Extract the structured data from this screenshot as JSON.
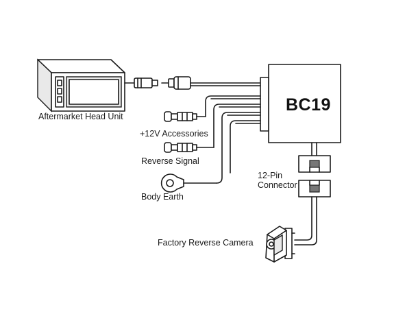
{
  "module": {
    "title": "BC19"
  },
  "labels": {
    "head_unit": "Aftermarket Head Unit",
    "accessories": "+12V Accessories",
    "reverse_signal": "Reverse Signal",
    "body_earth": "Body Earth",
    "connector": "12-Pin\nConnector",
    "camera": "Factory Reverse Camera"
  }
}
